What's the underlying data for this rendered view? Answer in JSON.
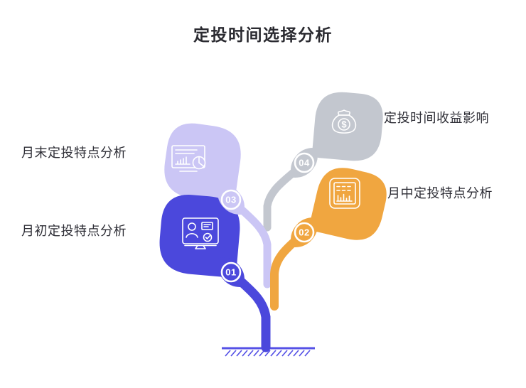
{
  "title": "定投时间选择分析",
  "colors": {
    "indigo": "#4B48DC",
    "orange": "#F0A640",
    "lavender": "#CBC6F5",
    "gray": "#C3C7CF",
    "ground": "#5551E6",
    "text": "#2E2E36",
    "badge_text": "#FFFFFF"
  },
  "nodes": [
    {
      "id": "01",
      "label": "月初定投特点分析",
      "color": "#4B48DC",
      "icon": "presentation-board-icon",
      "side": "left"
    },
    {
      "id": "02",
      "label": "月中定投特点分析",
      "color": "#F0A640",
      "icon": "report-table-chart-icon",
      "side": "right"
    },
    {
      "id": "03",
      "label": "月末定投特点分析",
      "color": "#CBC6F5",
      "icon": "document-pie-chart-icon",
      "side": "left"
    },
    {
      "id": "04",
      "label": "定投时间收益影响",
      "color": "#C3C7CF",
      "icon": "money-bag-icon",
      "icon_glyph": "$",
      "side": "right"
    }
  ]
}
